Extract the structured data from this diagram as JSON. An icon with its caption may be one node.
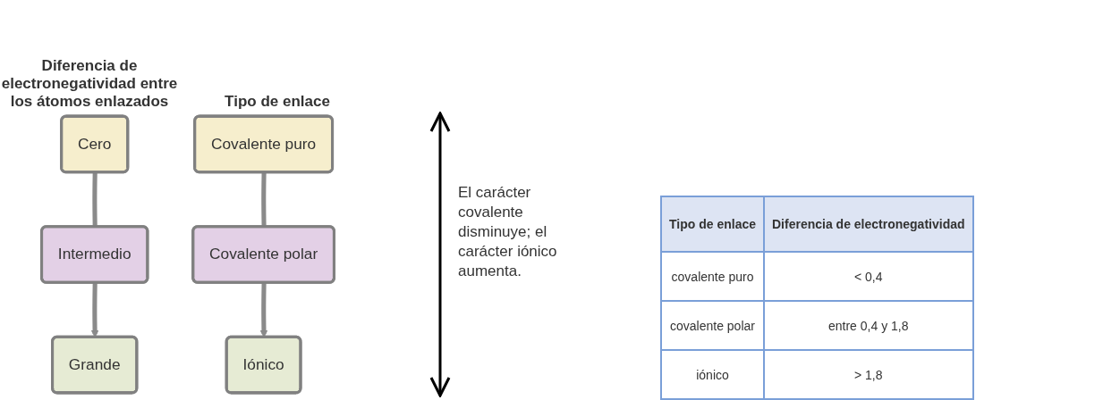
{
  "diagram": {
    "nodes": [
      {
        "text": [
          "Cero"
        ]
      },
      {
        "text": [
          "Intermedio"
        ]
      },
      {
        "text": [
          "Grande"
        ]
      },
      {
        "text": [
          "Covalente puro"
        ]
      },
      {
        "text": [
          "Covalente polar"
        ]
      },
      {
        "text": [
          "Iónico"
        ]
      }
    ],
    "edges": [
      {
        "from": 0,
        "to": 1,
        "arrow": "none"
      },
      {
        "from": 1,
        "to": 2,
        "arrow": "to"
      },
      {
        "from": 3,
        "to": 4,
        "arrow": "none"
      },
      {
        "from": 4,
        "to": 5,
        "arrow": "to"
      }
    ],
    "labels": [
      "Diferencia de electronegatividad entre los átomos enlazados",
      "Tipo de enlace",
      "El carácter covalente disminuye; el carácter iónico aumenta.",
      "Tipo de enlace",
      "Diferencia de electronegatividad",
      "covalente puro",
      "< 0,4",
      "covalente polar",
      "entre 0,4 y 1,8",
      "iónico",
      "> 1,8"
    ]
  }
}
